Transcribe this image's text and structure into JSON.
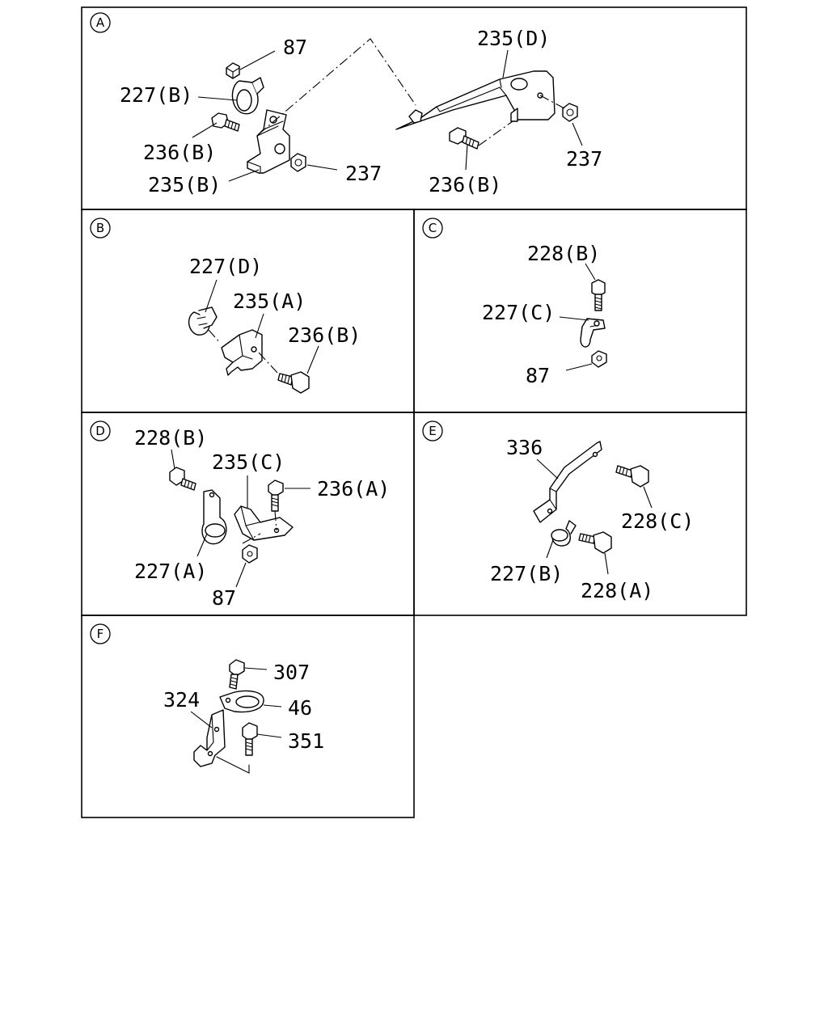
{
  "panels": {
    "A": {
      "badge": "A",
      "labels": [
        "87",
        "227(B)",
        "236(B)",
        "235(B)",
        "237",
        "235(D)",
        "237",
        "236(B)"
      ]
    },
    "B": {
      "badge": "B",
      "labels": [
        "227(D)",
        "235(A)",
        "236(B)"
      ]
    },
    "C": {
      "badge": "C",
      "labels": [
        "228(B)",
        "227(C)",
        "87"
      ]
    },
    "D": {
      "badge": "D",
      "labels": [
        "228(B)",
        "235(C)",
        "236(A)",
        "227(A)",
        "87"
      ]
    },
    "E": {
      "badge": "E",
      "labels": [
        "336",
        "228(C)",
        "227(B)",
        "228(A)"
      ]
    },
    "F": {
      "badge": "F",
      "labels": [
        "307",
        "324",
        "46",
        "351"
      ]
    }
  }
}
